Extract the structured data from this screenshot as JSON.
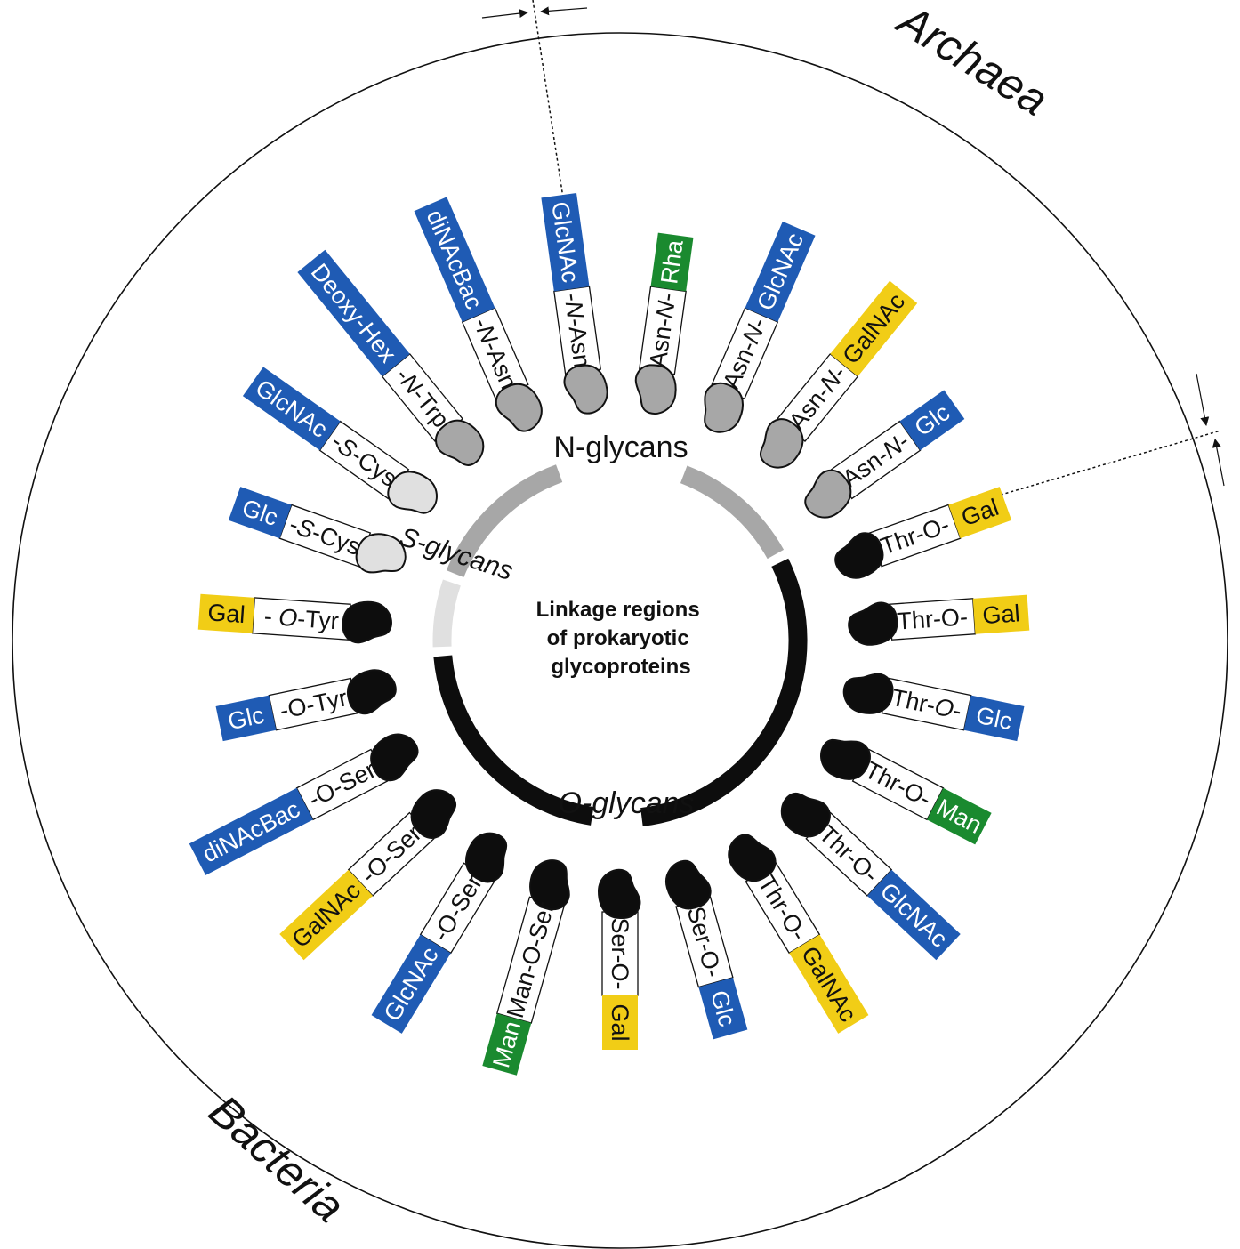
{
  "colors": {
    "blue": "#1f5bb4",
    "yellow": "#f1cd16",
    "green": "#1a8a2f",
    "n_glycan_gray": "#a7a7a7",
    "s_glycan_gray": "#e0e0e0",
    "o_glycan_black": "#0d0d0d",
    "outline": "#111111",
    "white": "#ffffff"
  },
  "center_title": [
    "Linkage regions",
    "of prokaryotic",
    "glycoproteins"
  ],
  "regions": {
    "n_glycans": "N-glycans",
    "s_glycans": "S-glycans",
    "o_glycans": "O-glycans"
  },
  "domains": {
    "archaea": "Archaea",
    "bacteria": "Bacteria"
  },
  "linkages": [
    {
      "type": "N",
      "sugar": "Rha",
      "sugar_color": "green",
      "segments": [
        {
          "t": "Asn-"
        },
        {
          "t": "N",
          "i": true
        },
        {
          "t": "-"
        }
      ]
    },
    {
      "type": "N",
      "sugar": "GlcNAc",
      "sugar_color": "blue",
      "segments": [
        {
          "t": "Asn-"
        },
        {
          "t": "N",
          "i": true
        },
        {
          "t": "-"
        }
      ]
    },
    {
      "type": "N",
      "sugar": "GalNAc",
      "sugar_color": "yellow",
      "segments": [
        {
          "t": "Asn-"
        },
        {
          "t": "N",
          "i": true
        },
        {
          "t": "-"
        }
      ]
    },
    {
      "type": "N",
      "sugar": "Glc",
      "sugar_color": "blue",
      "segments": [
        {
          "t": "Asn-"
        },
        {
          "t": "N",
          "i": true
        },
        {
          "t": "-"
        }
      ]
    },
    {
      "type": "O",
      "sugar": "Gal",
      "sugar_color": "yellow",
      "segments": [
        {
          "t": "Thr-O-"
        }
      ]
    },
    {
      "type": "O",
      "sugar": "Gal",
      "sugar_color": "yellow",
      "segments": [
        {
          "t": "Thr-O-"
        }
      ]
    },
    {
      "type": "O",
      "sugar": "Glc",
      "sugar_color": "blue",
      "segments": [
        {
          "t": "Thr-"
        },
        {
          "t": "O",
          "i": true
        },
        {
          "t": "-"
        }
      ]
    },
    {
      "type": "O",
      "sugar": "Man",
      "sugar_color": "green",
      "segments": [
        {
          "t": "Thr-O-"
        }
      ]
    },
    {
      "type": "O",
      "sugar": "GlcNAc",
      "sugar_color": "blue",
      "segments": [
        {
          "t": "Thr-O-"
        }
      ]
    },
    {
      "type": "O",
      "sugar": "GalNAc",
      "sugar_color": "yellow",
      "segments": [
        {
          "t": "Thr-O-"
        }
      ]
    },
    {
      "type": "O",
      "sugar": "Glc",
      "sugar_color": "blue",
      "segments": [
        {
          "t": "Ser-O-"
        }
      ]
    },
    {
      "type": "O",
      "sugar": "Gal",
      "sugar_color": "yellow",
      "segments": [
        {
          "t": "Ser-O-"
        }
      ]
    },
    {
      "type": "O",
      "sugar": "Man",
      "sugar_color": "green",
      "segments": [
        {
          "t": "Man-O-Ser"
        }
      ]
    },
    {
      "type": "O",
      "sugar": "GlcNAc",
      "sugar_color": "blue",
      "segments": [
        {
          "t": "-O-Ser"
        }
      ]
    },
    {
      "type": "O",
      "sugar": "GalNAc",
      "sugar_color": "yellow",
      "segments": [
        {
          "t": "-O-Ser"
        }
      ]
    },
    {
      "type": "O",
      "sugar": "diNAcBac",
      "sugar_color": "blue",
      "segments": [
        {
          "t": "-O-Ser"
        }
      ]
    },
    {
      "type": "O",
      "sugar": "Glc",
      "sugar_color": "blue",
      "segments": [
        {
          "t": "-O-Tyr"
        }
      ]
    },
    {
      "type": "O",
      "sugar": "Gal",
      "sugar_color": "yellow",
      "segments": [
        {
          "t": "- "
        },
        {
          "t": "O",
          "i": true
        },
        {
          "t": "-Tyr"
        }
      ]
    },
    {
      "type": "S",
      "sugar": "Glc",
      "sugar_color": "blue",
      "segments": [
        {
          "t": "-"
        },
        {
          "t": "S",
          "i": true
        },
        {
          "t": "-Cys"
        }
      ]
    },
    {
      "type": "S",
      "sugar": "GlcNAc",
      "sugar_color": "blue",
      "segments": [
        {
          "t": "-"
        },
        {
          "t": "S",
          "i": true
        },
        {
          "t": "-Cys"
        }
      ]
    },
    {
      "type": "N",
      "sugar": "Deoxy-Hex",
      "sugar_color": "blue",
      "segments": [
        {
          "t": "-"
        },
        {
          "t": "N",
          "i": true
        },
        {
          "t": "-Trp"
        }
      ]
    },
    {
      "type": "N",
      "sugar": "diNAcBac",
      "sugar_color": "blue",
      "segments": [
        {
          "t": "-"
        },
        {
          "t": "N",
          "i": true
        },
        {
          "t": "-Asn"
        }
      ]
    },
    {
      "type": "N",
      "sugar": "GlcNAc",
      "sugar_color": "blue",
      "segments": [
        {
          "t": "-"
        },
        {
          "t": "N",
          "i": true
        },
        {
          "t": "-Asn"
        }
      ]
    }
  ]
}
